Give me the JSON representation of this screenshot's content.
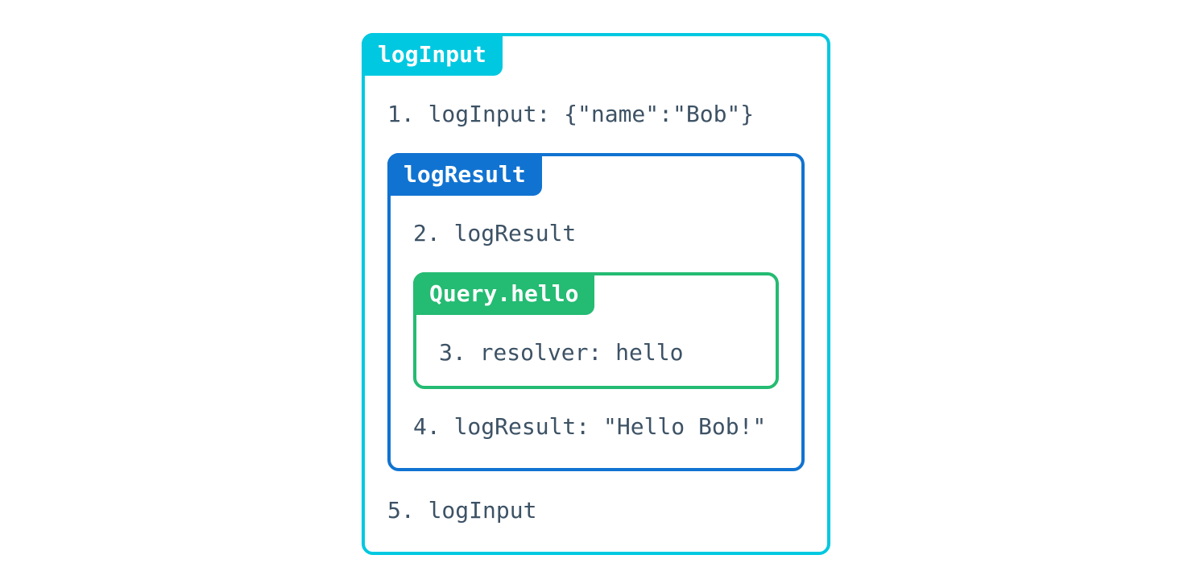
{
  "colors": {
    "cyan": "#00c8e0",
    "blue": "#1173d1",
    "green": "#24bb72",
    "text": "#3d5265"
  },
  "diagram": {
    "outer": {
      "label": "logInput",
      "color": "#00c8e0",
      "step_before": "1. logInput: {\"name\":\"Bob\"}",
      "step_after": "5. logInput"
    },
    "middle": {
      "label": "logResult",
      "color": "#1173d1",
      "step_before": "2. logResult",
      "step_after": "4. logResult: \"Hello Bob!\""
    },
    "inner": {
      "label": "Query.hello",
      "color": "#24bb72",
      "step": "3. resolver: hello"
    }
  }
}
